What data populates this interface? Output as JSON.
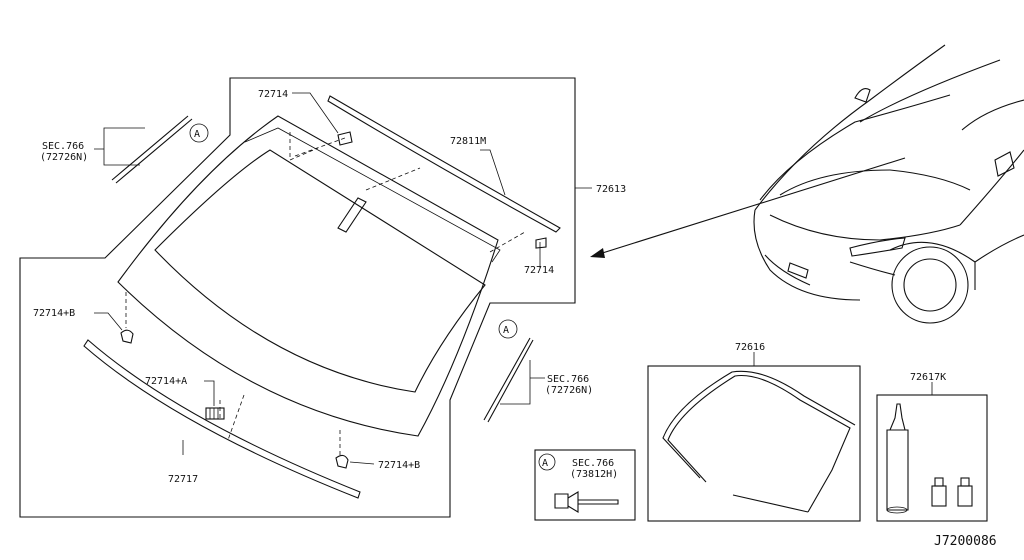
{
  "labels": {
    "p72714_top": "72714",
    "p72811M": "72811M",
    "p72613": "72613",
    "p72714_right": "72714",
    "p72714B_left": "72714+B",
    "p72714A": "72714+A",
    "p72717": "72717",
    "p72714B_bottom": "72714+B",
    "sec_left_1": "SEC.766",
    "sec_left_2": "(72726N)",
    "sec_mid_1": "SEC.766",
    "sec_mid_2": "(72726N)",
    "sec_box_1": "SEC.766",
    "sec_box_2": "(73812H)",
    "p72616": "72616",
    "p72617K": "72617K",
    "diagram_code": "J7200086",
    "marker_a": "A"
  }
}
